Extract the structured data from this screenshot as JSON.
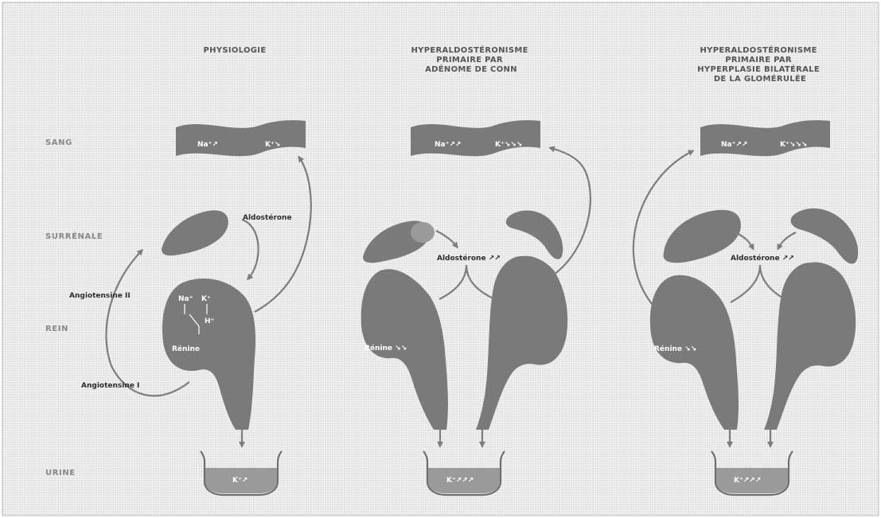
{
  "columns": {
    "physio": {
      "title": [
        "PHYSIOLOGIE"
      ]
    },
    "conn": {
      "title": [
        "HYPERALDOSTÉRONISME",
        "PRIMAIRE PAR",
        "ADÉNOME DE CONN"
      ]
    },
    "bilat": {
      "title": [
        "HYPERALDOSTÉRONISME",
        "PRIMAIRE PAR",
        "HYPERPLASIE BILATÉRALE",
        "DE LA GLOMÉRULÉE"
      ]
    }
  },
  "rows": {
    "sang": "SANG",
    "surrenale": "SURRÉNALE",
    "rein": "REIN",
    "urine": "URINE"
  },
  "physio": {
    "blood_na": "Na⁺↗",
    "blood_k": "K⁺↘",
    "aldosterone": "Aldostérone",
    "angiotensine_ii": "Angiotensine II",
    "angiotensine_i": "Angiotensine I",
    "kidney_na": "Na⁺",
    "kidney_k": "K⁺",
    "kidney_h": "H⁺",
    "renine": "Rénine",
    "urine_k": "K⁺↗"
  },
  "conn": {
    "blood_na": "Na⁺↗↗",
    "blood_k": "K⁺↘↘↘",
    "aldosterone": "Aldostérone ↗↗",
    "renine": "Rénine ↘↘",
    "urine_k": "K⁺↗↗↗"
  },
  "bilat": {
    "blood_na": "Na⁺↗↗",
    "blood_k": "K⁺↘↘↘",
    "aldosterone": "Aldostérone ↗↗",
    "renine": "Rénine ↘↘",
    "urine_k": "K⁺↗↗↗"
  }
}
